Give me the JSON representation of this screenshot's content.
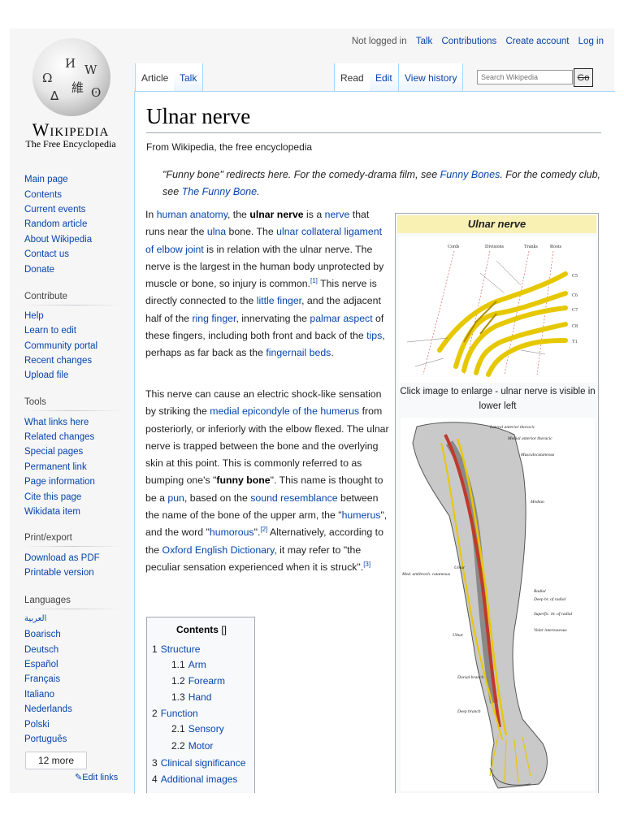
{
  "logo": {
    "wordmark": "Wikipedia",
    "tagline": "The Free Encyclopedia"
  },
  "personal": [
    "Not logged in",
    "Talk",
    "Contributions",
    "Create account",
    "Log in"
  ],
  "tabs": {
    "article": "Article",
    "talk": "Talk",
    "read": "Read",
    "edit": "Edit",
    "history": "View history"
  },
  "search": {
    "placeholder": "Search Wikipedia",
    "go": "Go"
  },
  "sidebar": {
    "nav": [
      "Main page",
      "Contents",
      "Current events",
      "Random article",
      "About Wikipedia",
      "Contact us",
      "Donate"
    ],
    "contribute_heading": "Contribute",
    "contribute": [
      "Help",
      "Learn to edit",
      "Community portal",
      "Recent changes",
      "Upload file"
    ],
    "tools_heading": "Tools",
    "tools": [
      "What links here",
      "Related changes",
      "Special pages",
      "Permanent link",
      "Page information",
      "Cite this page",
      "Wikidata item"
    ],
    "print_heading": "Print/export",
    "print": [
      "Download as PDF",
      "Printable version"
    ],
    "languages_heading": "Languages",
    "languages": [
      "العربية",
      "Boarisch",
      "Deutsch",
      "Español",
      "Français",
      "Italiano",
      "Nederlands",
      "Polski",
      "Português"
    ],
    "more": "12 more",
    "edit_links": "Edit links"
  },
  "article": {
    "title": "Ulnar nerve",
    "from": "From Wikipedia, the free encyclopedia",
    "hatnote_pre": "\"Funny bone\" redirects here. For the comedy-drama film, see ",
    "hatnote_link1": "Funny Bones",
    "hatnote_mid": ". For the comedy club, see ",
    "hatnote_link2": "The Funny Bone",
    "hatnote_end": "."
  },
  "toc": {
    "heading": "Contents",
    "toggle": "[]",
    "items": [
      {
        "num": "1",
        "label": "Structure"
      },
      {
        "num": "1.1",
        "label": "Arm"
      },
      {
        "num": "1.2",
        "label": "Forearm"
      },
      {
        "num": "1.3",
        "label": "Hand"
      },
      {
        "num": "2",
        "label": "Function"
      },
      {
        "num": "2.1",
        "label": "Sensory"
      },
      {
        "num": "2.2",
        "label": "Motor"
      },
      {
        "num": "3",
        "label": "Clinical significance"
      },
      {
        "num": "4",
        "label": "Additional images"
      }
    ]
  },
  "infobox": {
    "title": "Ulnar nerve",
    "caption": "Click image to enlarge - ulnar nerve is visible in lower left",
    "diagram_labels": [
      "Cords",
      "Divisions",
      "Trunks",
      "Roots",
      "C5",
      "C6",
      "C7",
      "C8",
      "T1"
    ],
    "arm_labels": [
      "Lateral anterior thoracic",
      "Medial anterior thoracic",
      "Musculocutaneous",
      "Median",
      "Ulnar",
      "Med. antibrach. cutaneous",
      "Radial",
      "Deep br. of radial",
      "Superfic. br. of radial",
      "Volar interosseous",
      "Ulnar",
      "Dorsal branch",
      "Deep branch"
    ]
  },
  "colors": {
    "link": "#0645ad",
    "infobox_title_bg": "#f9f0b3",
    "nerve": "#f0d020"
  }
}
